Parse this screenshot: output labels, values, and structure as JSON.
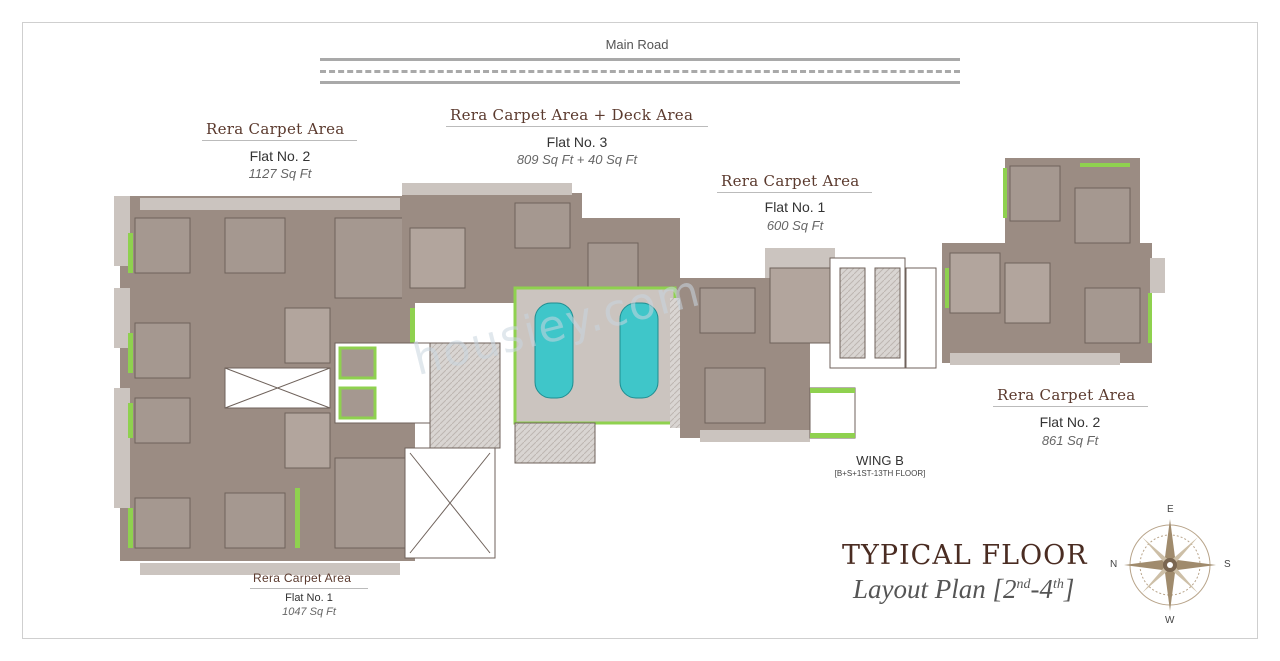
{
  "road": {
    "label": "Main Road"
  },
  "flats": {
    "a2": {
      "heading": "Rera Carpet Area",
      "flat_no": "Flat No. 2",
      "area": "1127 Sq Ft"
    },
    "a3": {
      "heading": "Rera Carpet Area + Deck Area",
      "flat_no": "Flat No. 3",
      "area": "809 Sq Ft + 40 Sq Ft"
    },
    "b1": {
      "heading": "Rera Carpet Area",
      "flat_no": "Flat No. 1",
      "area": "600 Sq Ft"
    },
    "b2": {
      "heading": "Rera Carpet Area",
      "flat_no": "Flat No. 2",
      "area": "861 Sq Ft"
    },
    "a1": {
      "heading": "Rera Carpet Area",
      "flat_no": "Flat No. 1",
      "area": "1047 Sq Ft"
    }
  },
  "wing": {
    "name": "WING B",
    "floors": "[B+S+1ST-13TH FLOOR]"
  },
  "title": {
    "main": "TYPICAL FLOOR",
    "sub_prefix": "Layout Plan [2",
    "sup1": "nd",
    "sub_mid": "-4",
    "sup2": "th",
    "sub_suffix": "]"
  },
  "compass": {
    "n": "N",
    "s": "S",
    "e": "E",
    "w": "W",
    "icon": "compass-rose-icon"
  },
  "watermark": "housiey.com",
  "colors": {
    "floor": "#9b8c83",
    "room": "#a59890",
    "wall": "#6f625b",
    "balcony": "#8fd14f",
    "pool": "#3fc6c9",
    "heading": "#5b3a2e"
  }
}
